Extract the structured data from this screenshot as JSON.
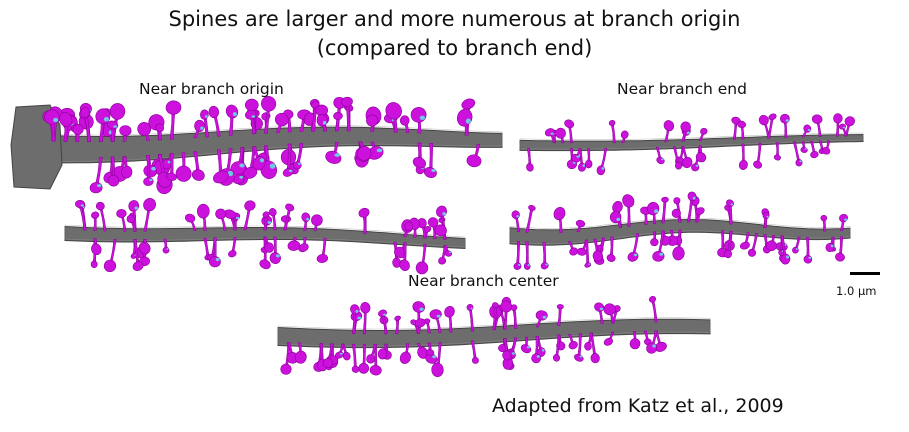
{
  "title": {
    "line1": "Spines are larger and more numerous at branch origin",
    "line2": "(compared to branch end)"
  },
  "labels": {
    "origin": "Near branch origin",
    "end": "Near branch end",
    "center": "Near branch center"
  },
  "scale_bar": {
    "label": "1.0 µm"
  },
  "credit": "Adapted from Katz et al., 2009",
  "colors": {
    "dendrite": "#6d6d6d",
    "dendrite_dark": "#444444",
    "spine": "#cc11dd",
    "spine_edge": "#8a0099",
    "spine_tip": "#66dde6"
  }
}
